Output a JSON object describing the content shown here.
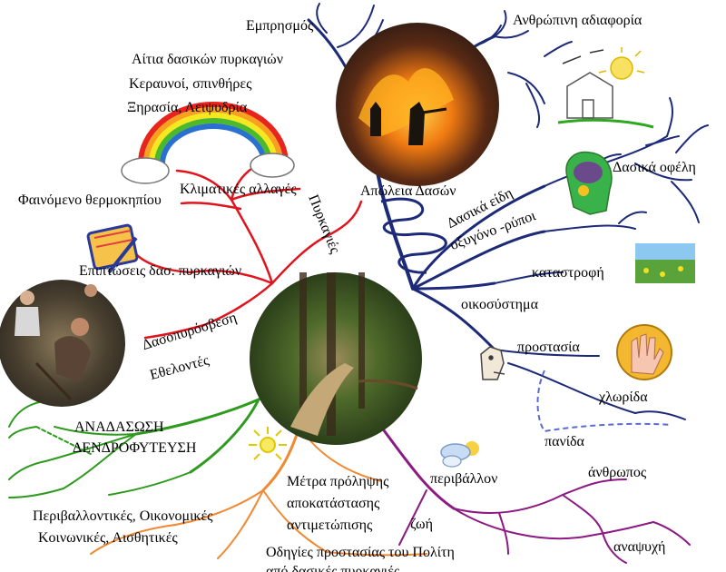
{
  "center": {
    "image": "forest-path-photo"
  },
  "labels": {
    "emprismos": "Εμπρησμός",
    "anthropini_adiaforia": "Ανθρώπινη αδιαφορία",
    "aitia": "Αίτια δασικών πυρκαγιών",
    "keraunoi": "Κεραυνοί, σπινθήρες",
    "xirasia": "Ξηρασία, Λειψυδρία",
    "klimatikes": "Κλιματικές αλλαγές",
    "thermokipio": "Φαινόμενο θερμοκηπίου",
    "pyrkagies": "Πυρκαγιές",
    "apoleia_dason": "Απώλεια Δασών",
    "dasika_eidi": "Δασικά είδη",
    "oxygono": "οξυγόνο -ρύποι",
    "dasika_ofeli": "Δασικά οφέλη",
    "katastrofi": "καταστροφή",
    "oikosystima": "οικοσύστημα",
    "prostasia": "προστασία",
    "chlorida": "χλωρίδα",
    "panida": "πανίδα",
    "epiptoseis": "Επιπτώσεις δασ. πυρκαγιών",
    "dasopyrosvesi": "Δασοπυρόσβεση",
    "ethelontes": "Εθελοντές",
    "anadasosi": "ΑΝΑΔΑΣΩΣΗ",
    "dendrofytefsi": "ΔΕΝΔΡΟΦΥΤΕΥΣΗ",
    "periv_oikon": "Περιβαλλοντικές, Οικονομικές",
    "koinon_aisth": "Κοινωνικές, Αισθητικές",
    "metra_1": "Μέτρα πρόληψης",
    "metra_2": "αποκατάστασης",
    "metra_3": "αντιμετώπισης",
    "zoi": "ζωή",
    "perivallon": "περιβάλλον",
    "anthropos": "άνθρωπος",
    "anapsychi": "αναψυχή",
    "odigies_1": "Οδηγίες προστασίας του Πολίτη",
    "odigies_2": "από δασικές πυρκαγιές"
  },
  "images": [
    "forest-fire-photo",
    "rainbow-clouds-drawing",
    "house-sun-drawing",
    "brain-icon",
    "landscape-thumbnail",
    "notepad-pencil-icon",
    "volunteers-planting-photo",
    "dog-sketch",
    "hand-badge-icon",
    "yellow-flower-sketch",
    "weather-cloud-icon"
  ],
  "colors": {
    "blue_branch": "#1c2a78",
    "red_branch": "#e0141c",
    "green_branch": "#2e9a1e",
    "orange_branch": "#f08a32",
    "purple_branch": "#8c1a82",
    "dashed_link": "#5a6ad0"
  }
}
